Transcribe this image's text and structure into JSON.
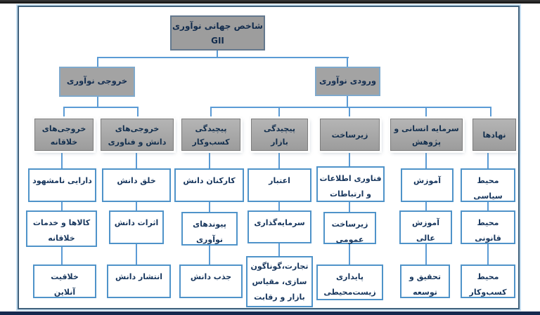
{
  "colors": {
    "connector_blue": "#5b9bd5",
    "subbox_border_blue": "#4f93c9",
    "node_gray": "#a3a3a3",
    "text_navy": "#17365d",
    "frame_border": "#40617c",
    "bottom_bar_navy": "#15294e"
  },
  "diagram": {
    "root": {
      "title": "شاخص جهانی نوآوری",
      "code": "GII"
    },
    "branches": {
      "output": "خروجی نوآوری",
      "input": "ورودی نوآوری"
    },
    "pillars": [
      {
        "label": "خروجی‌های\nخلاقانه",
        "subs": [
          "دارایی نامشهود",
          "کالاها و خدمات\nخلاقانه",
          "خلاقیت\nآنلاین"
        ]
      },
      {
        "label": "خروجی‌های\nدانش و فناوری",
        "subs": [
          "خلق دانش",
          "اثرات دانش",
          "انتشار دانش"
        ]
      },
      {
        "label": "پیچیدگی\nکسب‌وکار",
        "subs": [
          "کارکنان دانش",
          "پیوندهای\nنوآوری",
          "جذب دانش"
        ]
      },
      {
        "label": "پیچیدگی\nبازار",
        "subs": [
          "اعتبار",
          "سرمایه‌گذاری",
          "تجارت،گوناگون\nسازی، مقیاس\nبازار و رقابت"
        ]
      },
      {
        "label": "زیرساخت",
        "subs": [
          "فناوری اطلاعات\nو ارتباطات",
          "زیرساخت\nعمومی",
          "پایداری\nزیست‌محیطی"
        ]
      },
      {
        "label": "سرمایه انسانی و\nپژوهش",
        "subs": [
          "آموزش",
          "آموزش\nعالی",
          "تحقیق و\nتوسعه"
        ]
      },
      {
        "label": "نهادها",
        "subs": [
          "محیط\nسیاسی",
          "محیط\nقانونی",
          "محیط\nکسب‌وکار"
        ]
      }
    ]
  }
}
